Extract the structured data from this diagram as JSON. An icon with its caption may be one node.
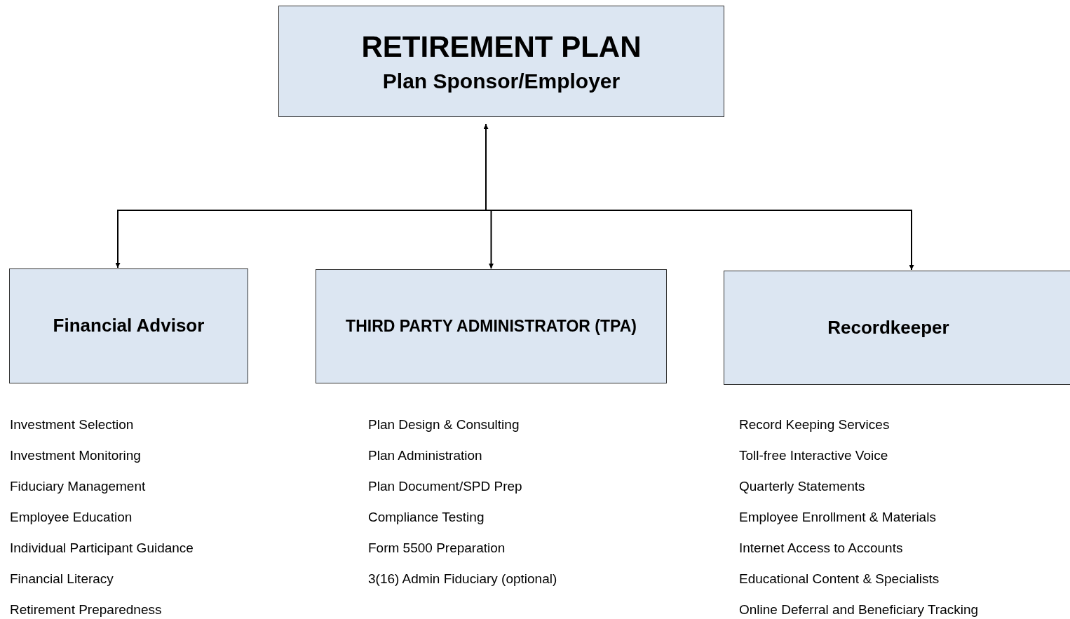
{
  "diagram": {
    "nodes": [
      {
        "text": [
          "RETIREMENT PLAN",
          "Plan Sponsor/Employer"
        ]
      },
      {
        "text": [
          "Financial Advisor"
        ],
        "beside": [
          "Investment Selection",
          "Investment Monitoring",
          "Fiduciary Management",
          "Employee Education",
          "Individual Participant Guidance",
          "Financial Literacy",
          "Retirement Preparedness"
        ]
      },
      {
        "text": [
          "THIRD PARTY ADMINISTRATOR (TPA)"
        ],
        "beside": [
          "Plan Design & Consulting",
          "Plan Administration",
          "Plan Document/SPD Prep",
          "Compliance Testing",
          "Form 5500 Preparation",
          "3(16) Admin Fiduciary (optional)"
        ]
      },
      {
        "text": [
          "Recordkeeper"
        ],
        "beside": [
          "Record Keeping Services",
          "Toll-free Interactive Voice",
          "Quarterly Statements",
          "Employee Enrollment & Materials",
          "Internet Access to Accounts",
          "Educational Content & Specialists",
          "Online Deferral and Beneficiary Tracking"
        ]
      }
    ],
    "edges": [
      {
        "from": 0,
        "to": 1,
        "arrow": "to"
      },
      {
        "from": 0,
        "to": 2,
        "arrow": "both"
      },
      {
        "from": 0,
        "to": 3,
        "arrow": "to"
      }
    ]
  }
}
